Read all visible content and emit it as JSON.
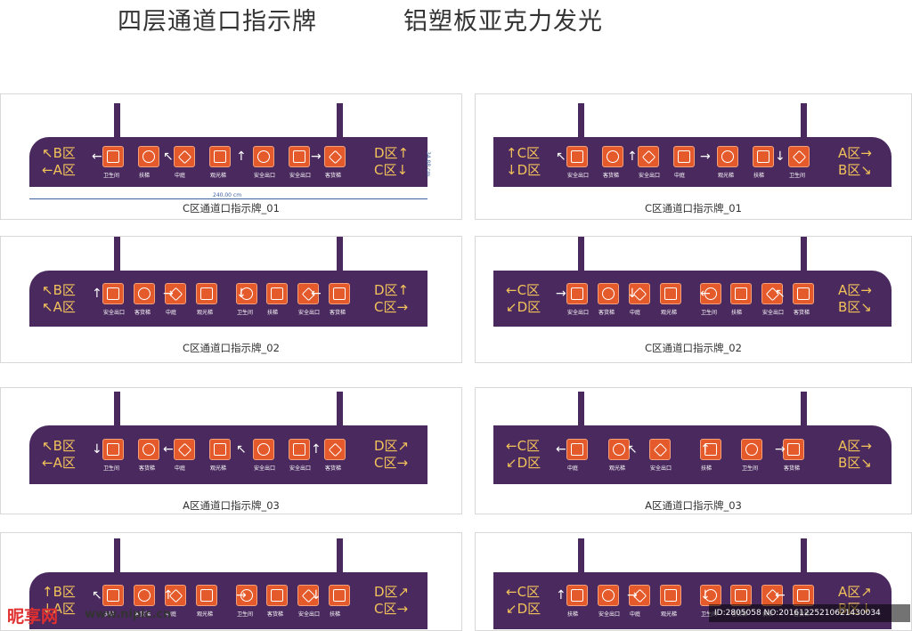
{
  "header": {
    "title_left": "四层通道口指示牌",
    "title_right": "铝塑板亚克力发光"
  },
  "dimensions": {
    "width_text": "240.00 cm",
    "height_text": "34.88 cm"
  },
  "panels": [
    {
      "caption": "C区通道口指示牌_01",
      "zones_left": [
        "↖B区",
        "←A区"
      ],
      "zones_right": [
        "D区↑",
        "C区↓"
      ],
      "labels": [
        "卫生间",
        "扶梯",
        "中庭",
        "观光梯",
        "安全出口",
        "安全出口",
        "客货梯"
      ]
    },
    {
      "caption": "C区通道口指示牌_01",
      "zones_left": [
        "↑C区",
        "↓D区"
      ],
      "zones_right": [
        "A区→",
        "B区↘"
      ],
      "labels": [
        "安全出口",
        "客货梯",
        "安全出口",
        "中庭",
        "观光梯",
        "扶梯",
        "卫生间"
      ]
    },
    {
      "caption": "C区通道口指示牌_02",
      "zones_left": [
        "↖B区",
        "↖A区"
      ],
      "zones_right": [
        "D区↑",
        "C区→"
      ],
      "labels": [
        "安全出口",
        "客货梯",
        "中庭",
        "观光梯",
        "卫生间",
        "扶梯",
        "安全出口",
        "客货梯"
      ]
    },
    {
      "caption": "C区通道口指示牌_02",
      "zones_left": [
        "←C区",
        "↙D区"
      ],
      "zones_right": [
        "A区→",
        "B区↘"
      ],
      "labels": [
        "安全出口",
        "客货梯",
        "中庭",
        "观光梯",
        "卫生间",
        "扶梯",
        "安全出口",
        "客货梯"
      ]
    },
    {
      "caption": "A区通道口指示牌_03",
      "zones_left": [
        "↖B区",
        "←A区"
      ],
      "zones_right": [
        "D区↗",
        "C区→"
      ],
      "labels": [
        "卫生间",
        "客货梯",
        "中庭",
        "观光梯",
        "安全出口",
        "安全出口",
        "客货梯"
      ]
    },
    {
      "caption": "A区通道口指示牌_03",
      "zones_left": [
        "←C区",
        "↙D区"
      ],
      "zones_right": [
        "A区→",
        "B区↘"
      ],
      "labels": [
        "中庭",
        "观光梯",
        "安全出口",
        "扶梯",
        "卫生间",
        "客货梯"
      ]
    },
    {
      "caption": "",
      "zones_left": [
        "↑B区",
        "↓A区"
      ],
      "zones_right": [
        "D区↗",
        "C区→"
      ],
      "labels": [
        "扶梯",
        "客货梯",
        "中庭",
        "观光梯",
        "卫生间",
        "客货梯",
        "安全出口",
        "扶梯"
      ]
    },
    {
      "caption": "",
      "zones_left": [
        "←C区",
        "↙D区"
      ],
      "zones_right": [
        "A区↗",
        "B区↓"
      ],
      "labels": [
        "扶梯",
        "安全出口",
        "中庭",
        "观光梯",
        "卫生间",
        "客货梯",
        "扶梯",
        "客货梯"
      ]
    }
  ],
  "watermark": {
    "brand": "昵享网",
    "url": "www.nipic.cn",
    "id_text": "ID:2805058 NO:20161225210621430034"
  },
  "colors": {
    "sign_bg": "#4a2a5e",
    "tile": "#e55a2b",
    "zone_text": "#f2c25a"
  }
}
